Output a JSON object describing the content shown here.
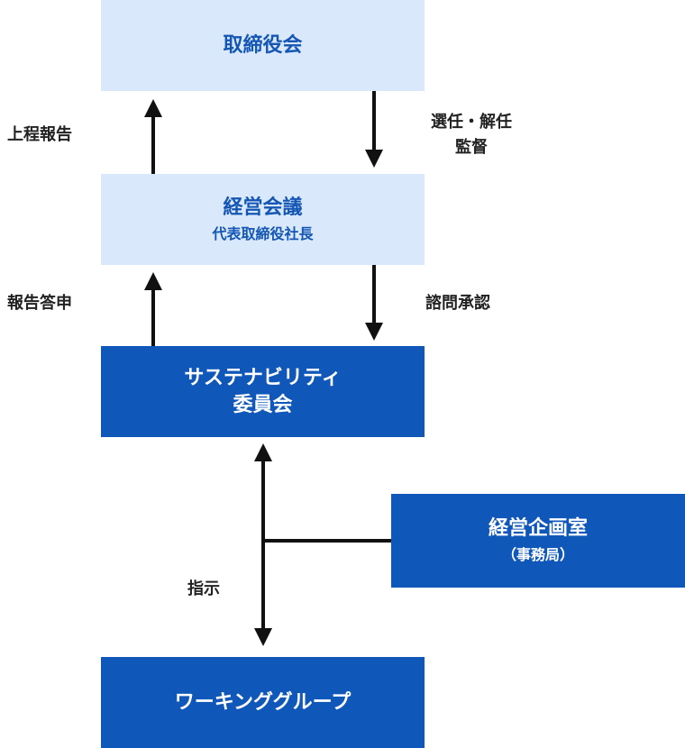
{
  "nodes": {
    "board": {
      "title": "取締役会"
    },
    "management": {
      "title": "経営会議",
      "subtitle": "代表取締役社長"
    },
    "committee": {
      "title_line1": "サステナビリティ",
      "title_line2": "委員会"
    },
    "planning": {
      "title": "経営企画室",
      "subtitle": "（事務局）"
    },
    "working_group": {
      "title": "ワーキンググループ"
    }
  },
  "edges": {
    "report_up": "上程報告",
    "appoint_line1": "選任・解任",
    "appoint_line2": "監督",
    "report_answer": "報告答申",
    "consult_approve": "諮問承認",
    "instruct": "指示"
  },
  "colors": {
    "light_fill": "#d9e8fb",
    "light_text": "#1456b4",
    "dark_fill": "#0f57b8",
    "arrow": "#111111"
  }
}
